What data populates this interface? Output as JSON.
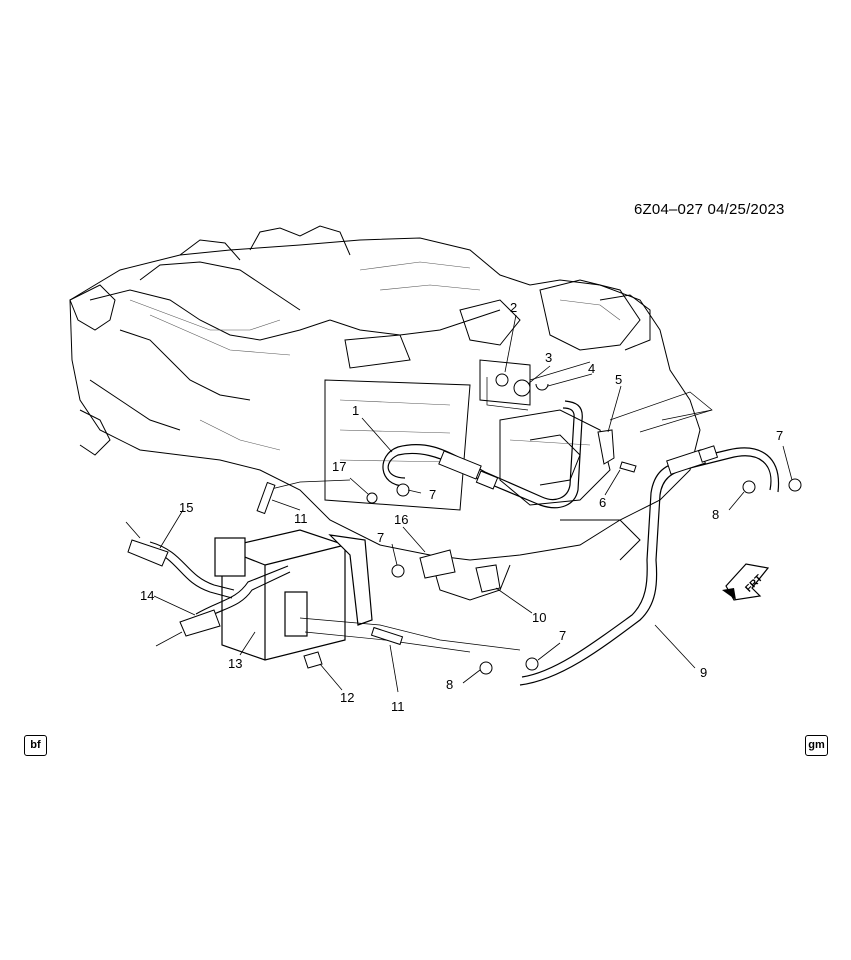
{
  "header": {
    "reference": "6Z04–027  04/25/2023"
  },
  "badges": {
    "left": "bf",
    "right": "gm"
  },
  "direction_arrow": {
    "label": "FRT",
    "icon": "front-direction-arrow-icon"
  },
  "callouts": {
    "c1": "1",
    "c2": "2",
    "c3": "3",
    "c4": "4",
    "c5": "5",
    "c6": "6",
    "c7a": "7",
    "c7b": "7",
    "c7c": "7",
    "c7d": "7",
    "c8a": "8",
    "c8b": "8",
    "c9": "9",
    "c10": "10",
    "c11a": "11",
    "c11b": "11",
    "c12": "12",
    "c13": "13",
    "c14": "14",
    "c15": "15",
    "c16": "16",
    "c17": "17"
  },
  "colors": {
    "line": "#000000",
    "detail": "#555555",
    "background": "#ffffff"
  }
}
